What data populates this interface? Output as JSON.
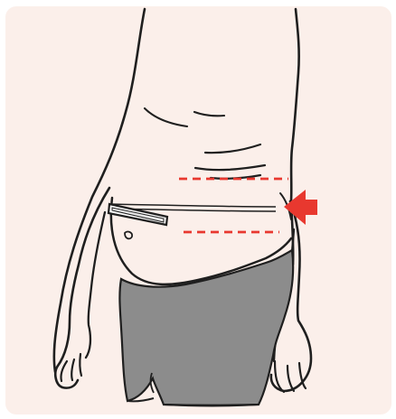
{
  "diagram": {
    "colors": {
      "background": "#fbefea",
      "line": "#1f1f1f",
      "shorts": "#8c8c8c",
      "accent": "#e8382f"
    },
    "elements": [
      "torso-figure",
      "shorts",
      "tape-measure",
      "upper-guide-line",
      "lower-guide-line",
      "measure-arrow"
    ]
  }
}
